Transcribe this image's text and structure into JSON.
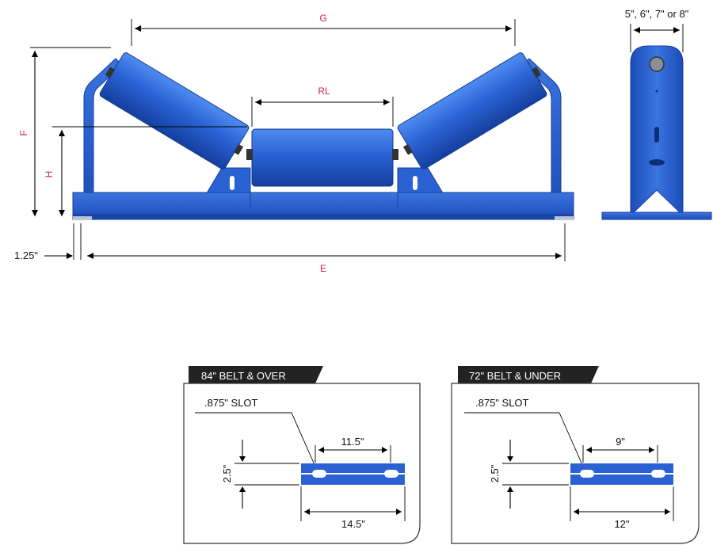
{
  "main_view": {
    "label_g": "G",
    "label_rl": "RL",
    "label_f": "F",
    "label_h": "H",
    "label_e": "E",
    "label_offset": "1.25\""
  },
  "side_view": {
    "width_label": "5\", 6\", 7\" or 8\""
  },
  "detail_left": {
    "tab_title": "84\" BELT & OVER",
    "slot_label": ".875\" SLOT",
    "slot_spacing": "11.5\"",
    "height": "2.5\"",
    "overall": "14.5\""
  },
  "detail_right": {
    "tab_title": "72\" BELT & UNDER",
    "slot_label": ".875\" SLOT",
    "slot_spacing": "9\"",
    "height": "2.5\"",
    "overall": "12\""
  },
  "colors": {
    "steel_blue": "#2a62d4",
    "steel_dark": "#1640a0",
    "dimension_red": "#d4213a",
    "tab_dark": "#222222"
  }
}
